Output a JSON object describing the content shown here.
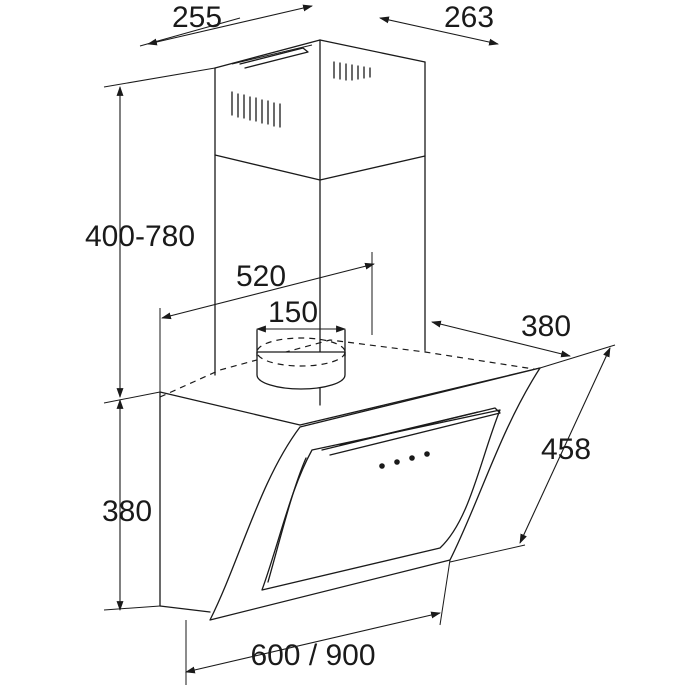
{
  "dimensions": {
    "chimney_depth": "255",
    "chimney_width": "263",
    "chimney_height_range": "400-780",
    "duct_spacing": "520",
    "outlet_diameter": "150",
    "hood_depth": "380",
    "hood_height": "380",
    "glass_length": "458",
    "hood_width": "600 / 900"
  },
  "control_buttons": 4,
  "colors": {
    "stroke": "#1a1a1a",
    "background": "#ffffff"
  }
}
